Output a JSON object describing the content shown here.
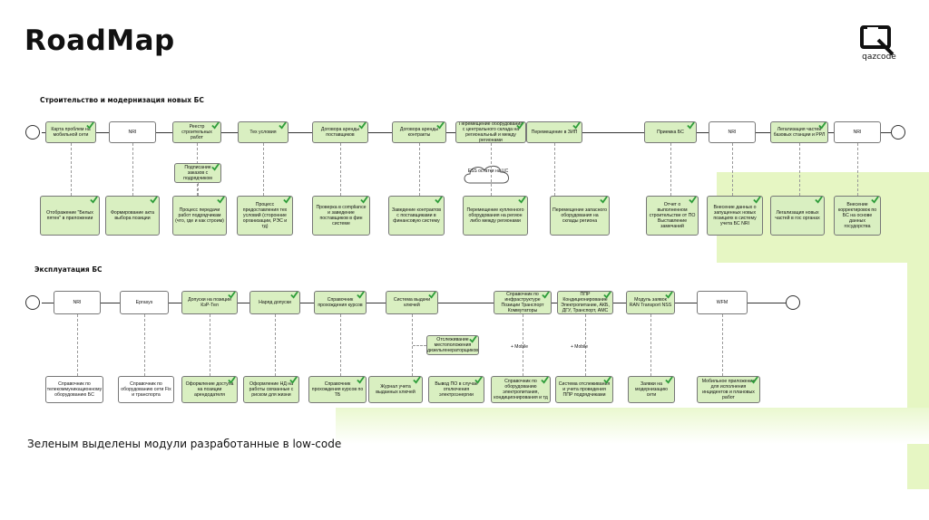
{
  "title": "RoadMap",
  "logo": {
    "wordmark": "qazcode",
    "icon": "qazcode-logo-icon"
  },
  "section1": {
    "title": "Строительство и модернизация новых БС",
    "main": [
      {
        "text": "Карта проблем на мобильной сети",
        "green": true
      },
      {
        "text": "NRI",
        "green": false
      },
      {
        "text": "Реестр строительных работ",
        "green": true
      },
      {
        "text": "Тех условия",
        "green": true
      },
      {
        "text": "Договора аренды поставщиков",
        "green": true
      },
      {
        "text": "Договора аренды контракты",
        "green": true
      },
      {
        "text": "Перемещение оборудования с центрального склада на региональный и между регионами",
        "green": true
      },
      {
        "text": "Перемещение в ЗИП",
        "green": true
      },
      {
        "text": "Приемка БС",
        "green": true
      },
      {
        "text": "NRI",
        "green": false
      },
      {
        "text": "Легализация частей базовых станции и РРЛ",
        "green": true
      },
      {
        "text": "NRI",
        "green": false
      }
    ],
    "mid": {
      "text": "Подписание заказов с подрядчиком",
      "green": true
    },
    "cloud": "ESS остатки на ЦС",
    "bottom": [
      "Отображение \"Белых пятен\" в приложении",
      "Формирование акта выбора позиции",
      "Процесс передачи работ подрядчикам (что, где и как строим)",
      "Процесс предоставления тех условий (сторонние организации, РЭС и тд)",
      "Проверка в compliance и заведение поставщиков в фин системе",
      "Заведение контрактов с поставщиками в финансовую систему",
      "Перемещение купленного оборудования на регион либо между регионами",
      "Перемещение запасного оборудования на склады региона",
      "Отчет о выполненном строительстве от ПО Выставление замечаний",
      "Внесение данных о запущенных новых позициях в систему учета БС NRI",
      "Легализация новых частей в гос органах",
      "Внесение корректировок по БС на основе данных госудорства"
    ]
  },
  "section2": {
    "title": "Эксплуатация БС",
    "main": [
      {
        "text": "NRI",
        "green": false
      },
      {
        "text": "Eprasys",
        "green": false
      },
      {
        "text": "Допуски на позиции КэР-Тел",
        "green": true
      },
      {
        "text": "Наряд допуски",
        "green": true
      },
      {
        "text": "Справочник прохождения курсов",
        "green": true
      },
      {
        "text": "Система выдачи ключей",
        "green": true
      },
      {
        "text": "Справочник по инфраструктуре Позиции Транспорт Коммутаторы",
        "green": true
      },
      {
        "text": "ППР Кондиционирование Электропитание, АКБ, ДГУ, Транспорт, АМС",
        "green": true
      },
      {
        "text": "Модуль заявок RAN Transport NSS",
        "green": true
      },
      {
        "text": "WFM",
        "green": false
      }
    ],
    "mid": {
      "text": "Отслеживание местоположения дизельгенераторщиков",
      "green": true
    },
    "mobile1": "+ Mobile",
    "mobile2": "+ Mobile",
    "bottom": [
      "Справочник по телекоммуникационному оборудованию БС",
      "Справочник по оборудованию сети Fix и транспорта",
      "Оформление доступа на позиции арендодателя",
      "Оформление НД на работы связанные с риском для жизни",
      "Справочник прохождения курсов по ТБ",
      "Журнал учета выданных ключей",
      "Вывод ПО в случае отключения электроэнергии",
      "Справочник по оборудованию электропитания, кондиционирования и тд",
      "Система отслеживания и учета проведения ППР подрядчиками",
      "Заявки на модернизацию сети",
      "Мобильное приложение для исполнения инцидентов и плановых работ"
    ]
  },
  "caption": "Зеленым выделены модули разработанные в low-code",
  "colors": {
    "module_green": "#d9efc1",
    "background_green": "#e6f6c3"
  }
}
